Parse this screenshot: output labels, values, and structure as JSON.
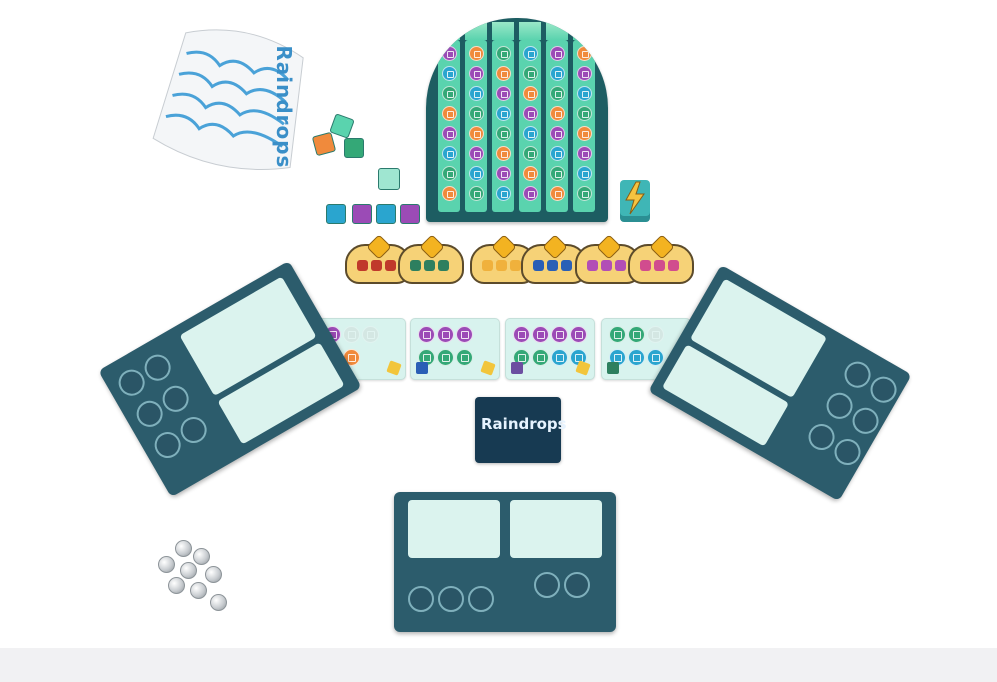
{
  "game": {
    "title": "Raindrops",
    "bag_label": "Raindrops",
    "card_logo": "Raindrops"
  },
  "colors": {
    "purple": "#9b4bb6",
    "orange": "#f08a3c",
    "green": "#34a877",
    "blue": "#2aa5cf",
    "teal": "#5ad3ae"
  }
}
